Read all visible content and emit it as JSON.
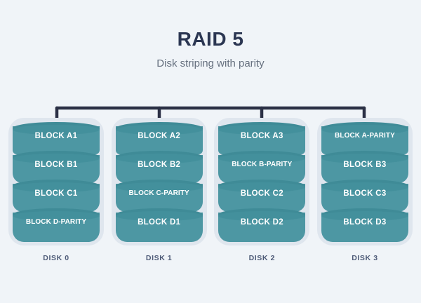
{
  "header": {
    "title": "RAID 5",
    "subtitle": "Disk striping with parity"
  },
  "colors": {
    "background": "#f0f4f8",
    "title": "#2b3652",
    "subtitle": "#66707f",
    "bus": "#2b3045",
    "disk_shell": "#dfe6ee",
    "cylinder_body": "#4d97a3",
    "cylinder_top": "#3f8b97",
    "block_text": "#ffffff",
    "caption": "#4d5a77"
  },
  "diagram": {
    "type": "raid-array",
    "bus_label": "controller-bus",
    "disk_count": 4,
    "blocks_per_disk": 4,
    "disks": [
      {
        "caption": "DISK 0",
        "blocks": [
          {
            "label": "BLOCK A1",
            "parity": false
          },
          {
            "label": "BLOCK B1",
            "parity": false
          },
          {
            "label": "BLOCK C1",
            "parity": false
          },
          {
            "label": "BLOCK D-PARITY",
            "parity": true
          }
        ]
      },
      {
        "caption": "DISK 1",
        "blocks": [
          {
            "label": "BLOCK A2",
            "parity": false
          },
          {
            "label": "BLOCK B2",
            "parity": false
          },
          {
            "label": "BLOCK C-PARITY",
            "parity": true
          },
          {
            "label": "BLOCK D1",
            "parity": false
          }
        ]
      },
      {
        "caption": "DISK 2",
        "blocks": [
          {
            "label": "BLOCK A3",
            "parity": false
          },
          {
            "label": "BLOCK B-PARITY",
            "parity": true
          },
          {
            "label": "BLOCK C2",
            "parity": false
          },
          {
            "label": "BLOCK D2",
            "parity": false
          }
        ]
      },
      {
        "caption": "DISK 3",
        "blocks": [
          {
            "label": "BLOCK A-PARITY",
            "parity": true
          },
          {
            "label": "BLOCK B3",
            "parity": false
          },
          {
            "label": "BLOCK C3",
            "parity": false
          },
          {
            "label": "BLOCK D3",
            "parity": false
          }
        ]
      }
    ]
  }
}
